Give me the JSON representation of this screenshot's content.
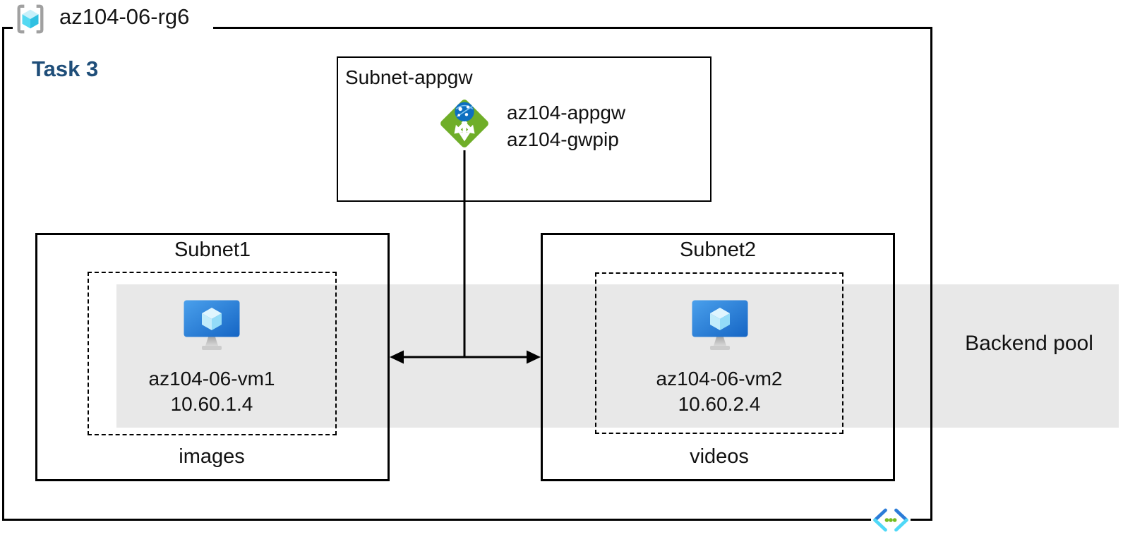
{
  "diagram": {
    "title": "az104-06-rg6",
    "task_label": "Task 3",
    "backend_pool_label": "Backend pool",
    "appgw_subnet": {
      "label": "Subnet-appgw",
      "gateway_name": "az104-appgw",
      "gateway_public_ip": "az104-gwpip"
    },
    "subnet1": {
      "label": "Subnet1",
      "vm_name": "az104-06-vm1",
      "vm_ip": "10.60.1.4",
      "container_label": "images"
    },
    "subnet2": {
      "label": "Subnet2",
      "vm_name": "az104-06-vm2",
      "vm_ip": "10.60.2.4",
      "container_label": "videos"
    },
    "icons": {
      "resource_group": "resource-group-icon",
      "application_gateway": "application-gateway-icon",
      "virtual_machine": "virtual-machine-icon",
      "virtual_network": "virtual-network-icon"
    },
    "colors": {
      "task_label_blue": "#1f4e79",
      "appgw_green": "#6fae28",
      "globe_blue": "#0e6fc0",
      "vm_monitor_blue": "#2f86dc",
      "backend_band_gray": "#e8e8e8",
      "line_black": "#000000"
    }
  }
}
